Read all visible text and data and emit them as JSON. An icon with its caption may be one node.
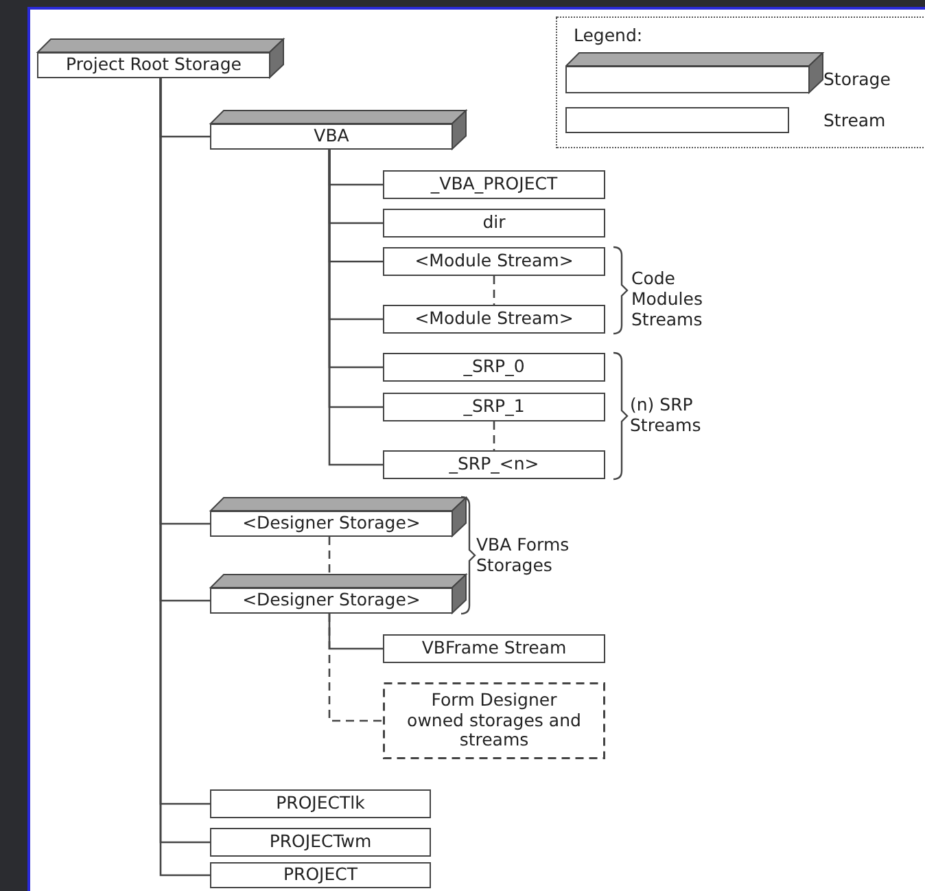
{
  "diagram": {
    "nodes": [
      {
        "text": [
          "Project Root Storage"
        ]
      },
      {
        "text": [
          "VBA"
        ]
      },
      {
        "text": [
          "_VBA_PROJECT"
        ]
      },
      {
        "text": [
          "dir"
        ]
      },
      {
        "text": [
          "<Module Stream>"
        ]
      },
      {
        "text": [
          "<Module Stream>"
        ]
      },
      {
        "text": [
          "_SRP_0"
        ]
      },
      {
        "text": [
          "_SRP_1"
        ]
      },
      {
        "text": [
          "_SRP_<n>"
        ]
      },
      {
        "text": [
          "<Designer Storage>"
        ]
      },
      {
        "text": [
          "<Designer Storage>"
        ]
      },
      {
        "text": [
          "VBFrame Stream"
        ]
      },
      {
        "text": [
          "Form Designer owned storages and streams"
        ]
      },
      {
        "text": [
          "PROJECTlk"
        ]
      },
      {
        "text": [
          "PROJECTwm"
        ]
      },
      {
        "text": [
          "PROJECT"
        ]
      }
    ],
    "edges": [
      {
        "from": 0,
        "to": 1,
        "arrow": "none"
      },
      {
        "from": 1,
        "to": 2,
        "arrow": "none"
      },
      {
        "from": 1,
        "to": 3,
        "arrow": "none"
      },
      {
        "from": 1,
        "to": 4,
        "arrow": "none"
      },
      {
        "from": 4,
        "to": 5,
        "arrow": "none",
        "style": "dashed"
      },
      {
        "from": 1,
        "to": 5,
        "arrow": "none"
      },
      {
        "from": 1,
        "to": 6,
        "arrow": "none"
      },
      {
        "from": 1,
        "to": 7,
        "arrow": "none"
      },
      {
        "from": 7,
        "to": 8,
        "arrow": "none",
        "style": "dashed"
      },
      {
        "from": 1,
        "to": 8,
        "arrow": "none"
      },
      {
        "from": 0,
        "to": 9,
        "arrow": "none"
      },
      {
        "from": 9,
        "to": 10,
        "arrow": "none",
        "style": "dashed"
      },
      {
        "from": 0,
        "to": 10,
        "arrow": "none"
      },
      {
        "from": 10,
        "to": 11,
        "arrow": "none"
      },
      {
        "from": 10,
        "to": 12,
        "arrow": "none",
        "style": "dashed"
      },
      {
        "from": 0,
        "to": 13,
        "arrow": "none"
      },
      {
        "from": 0,
        "to": 14,
        "arrow": "none"
      },
      {
        "from": 0,
        "to": 15,
        "arrow": "none"
      }
    ],
    "labels": [
      "Legend:",
      "Code Modules Streams",
      "(n) SRP Streams",
      "VBA Forms Storages"
    ],
    "legend": [
      {
        "text": "Storage"
      },
      {
        "text": "Stream"
      }
    ]
  }
}
